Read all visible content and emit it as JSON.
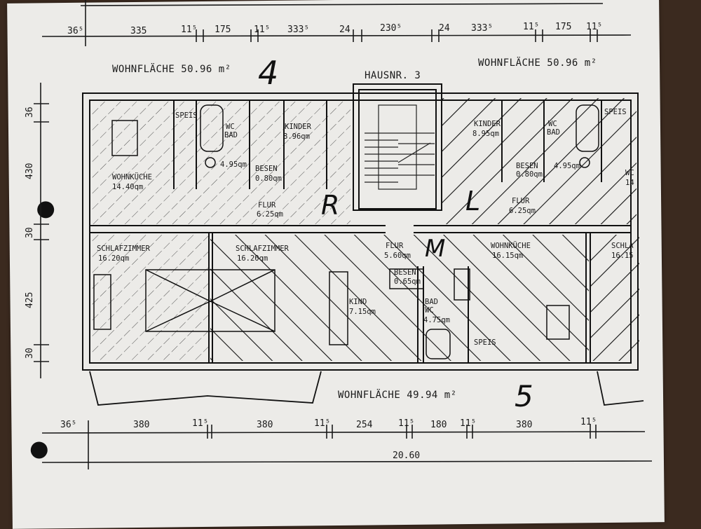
{
  "top_dims": [
    "36⁵",
    "335",
    "11⁵",
    "175",
    "11⁵",
    "333⁵",
    "24",
    "230⁵",
    "24",
    "333⁵",
    "11⁵",
    "175",
    "11⁵"
  ],
  "bottom_dims": [
    "36⁵",
    "380",
    "11⁵",
    "380",
    "11⁵",
    "254",
    "11⁵",
    "180",
    "11⁵",
    "380",
    "11⁵"
  ],
  "total_width": "20.60",
  "left_dims": [
    "36",
    "430",
    "30",
    "425",
    "30"
  ],
  "area_left": "WOHNFLÄCHE  50.96 m²",
  "area_right": "WOHNFLÄCHE  50.96 m²",
  "area_bottom": "WOHNFLÄCHE  49.94  m²",
  "house_no": "HAUSNR. 3",
  "handwritten": {
    "four": "4",
    "five": "5",
    "r": "R",
    "l": "L",
    "m": "M"
  },
  "rooms": {
    "speis_left": "SPEIS",
    "wc_bad_left": [
      "WC",
      "BAD"
    ],
    "bad_area_left": "4.95qm",
    "kinder_left": [
      "KINDER",
      "8.96qm"
    ],
    "besen_left": [
      "BESEN",
      "0.80qm"
    ],
    "wohnkueche_left": [
      "WOHNKÜCHE",
      "14.40qm"
    ],
    "flur_left": [
      "FLUR",
      "6.25qm"
    ],
    "kinder_right": [
      "KINDER",
      "8.95qm"
    ],
    "wc_bad_right": [
      "WC",
      "BAD"
    ],
    "besen_right": [
      "BESEN",
      "0.80qm"
    ],
    "bad_area_right": "4.95qm",
    "speis_right": "SPEIS",
    "wc_right": [
      "WC",
      "14"
    ],
    "flur_right": [
      "FLUR",
      "6.25qm"
    ],
    "schlaf1": [
      "SCHLAFZIMMER",
      "16.20qm"
    ],
    "schlaf2": [
      "SCHLAFZIMMER",
      "16.20qm"
    ],
    "flur_mid": [
      "FLUR",
      "5.60qm"
    ],
    "besen_mid": [
      "BESEN",
      "0.65qm"
    ],
    "kind_mid": [
      "KIND",
      "7.15qm"
    ],
    "bad_wc_mid": [
      "BAD",
      "WC",
      "4.75qm"
    ],
    "speis_mid": "SPEIS",
    "wohnkueche_mid": [
      "WOHNKÜCHE",
      "16.15qm"
    ],
    "schla_edge": [
      "SCHLA",
      "16.15"
    ]
  },
  "colors": {
    "paper": "#ecebe8",
    "ink": "#1a1a1a",
    "table": "#3b2a1f"
  }
}
